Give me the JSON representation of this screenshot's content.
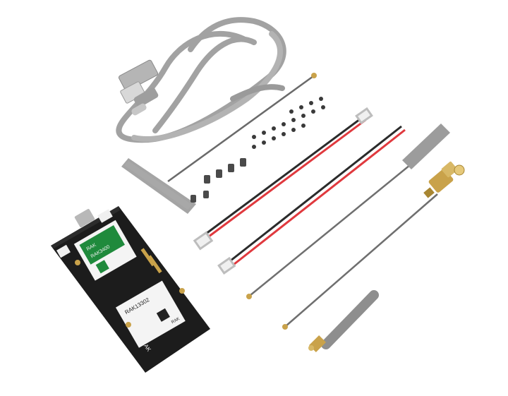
{
  "board": {
    "module_top_brand": "RAK",
    "module_top_model": "RAK3400",
    "module_bottom_model": "RAK13302",
    "module_bottom_brand": "RAK",
    "board_brand": "RAK"
  },
  "colors": {
    "pcb": "#1c1c1c",
    "module_green": "#1f8a3c",
    "module_white": "#f4f4f4",
    "cable_gray": "#9b9b9b",
    "wire_red": "#e0393e",
    "wire_black": "#2b2b2b",
    "gold": "#c9a24a",
    "antenna_gray": "#8e8e8e",
    "ipex_cable": "#6f6f6f"
  },
  "items": [
    {
      "name": "usb-cable",
      "icon": "usb-cable-icon"
    },
    {
      "name": "pcb-antenna-large",
      "icon": "flat-antenna-icon"
    },
    {
      "name": "screws-and-standoffs",
      "icon": "screw-icon"
    },
    {
      "name": "battery-cable-1",
      "icon": "jst-cable-icon"
    },
    {
      "name": "battery-cable-2",
      "icon": "jst-cable-icon"
    },
    {
      "name": "pcb-antenna-small",
      "icon": "flat-antenna-icon"
    },
    {
      "name": "sma-pigtail",
      "icon": "sma-connector-icon"
    },
    {
      "name": "rubber-duck-antenna",
      "icon": "antenna-icon"
    },
    {
      "name": "wisblock-board",
      "icon": "pcb-board-icon"
    }
  ]
}
